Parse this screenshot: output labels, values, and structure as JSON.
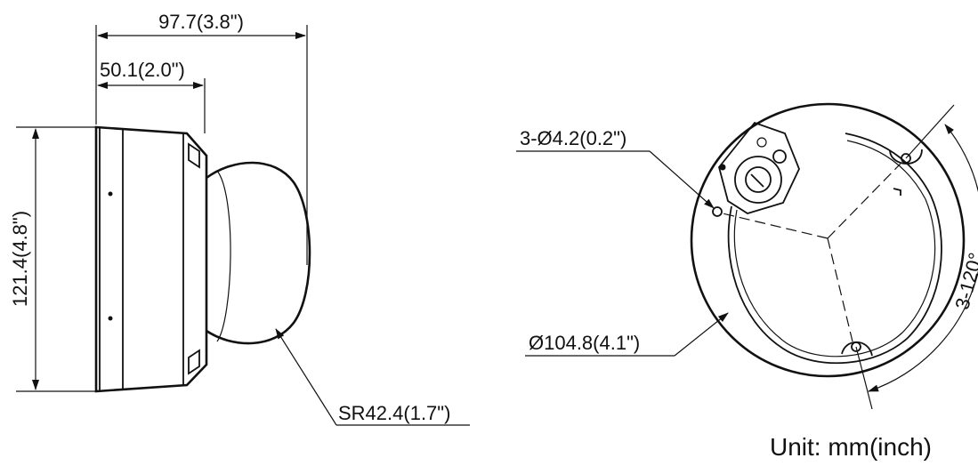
{
  "side_view": {
    "overall_depth": "97.7(3.8\")",
    "body_depth": "50.1(2.0\")",
    "height": "121.4(4.8\")",
    "dome_radius": "SR42.4(1.7\")"
  },
  "base_view": {
    "hole_spec": "3-Ø4.2(0.2\")",
    "diameter": "Ø104.8(4.1\")",
    "angle": "3-120°"
  },
  "unit_note": "Unit: mm(inch)",
  "colors": {
    "line": "#111111",
    "background": "#ffffff"
  }
}
